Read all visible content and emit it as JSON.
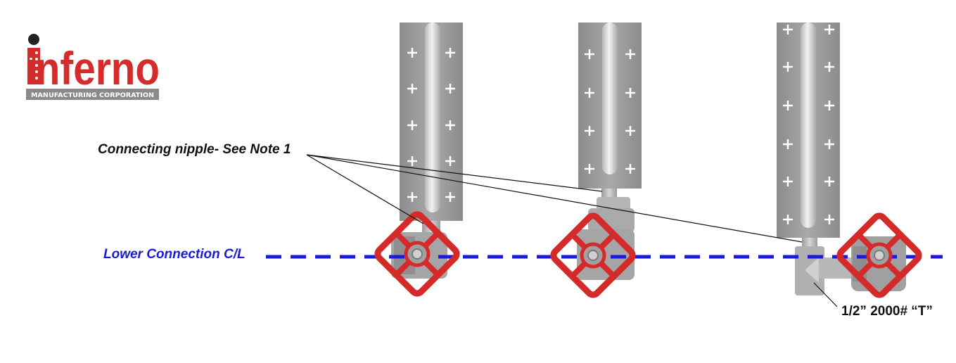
{
  "logo": {
    "word": "inferno",
    "subtitle": "MANUFACTURING CORPORATION",
    "brand_color": "#d62b2b",
    "bar_color": "#8a8a8a"
  },
  "labels": {
    "connecting_nipple": "Connecting nipple- See Note 1",
    "lower_connection": "Lower Connection C/L",
    "tee": "1/2” 2000# “T”"
  },
  "colors": {
    "centerline": "#1a1ae0",
    "valve_handle": "#d42a2a",
    "gauge_body": "#9a9a9a",
    "leader": "#111111"
  },
  "gauges": [
    {
      "name": "gauge-left",
      "valve": "valve-left"
    },
    {
      "name": "gauge-center",
      "valve": "valve-center"
    },
    {
      "name": "gauge-right",
      "valve": "valve-right",
      "fitting": "tee"
    }
  ]
}
